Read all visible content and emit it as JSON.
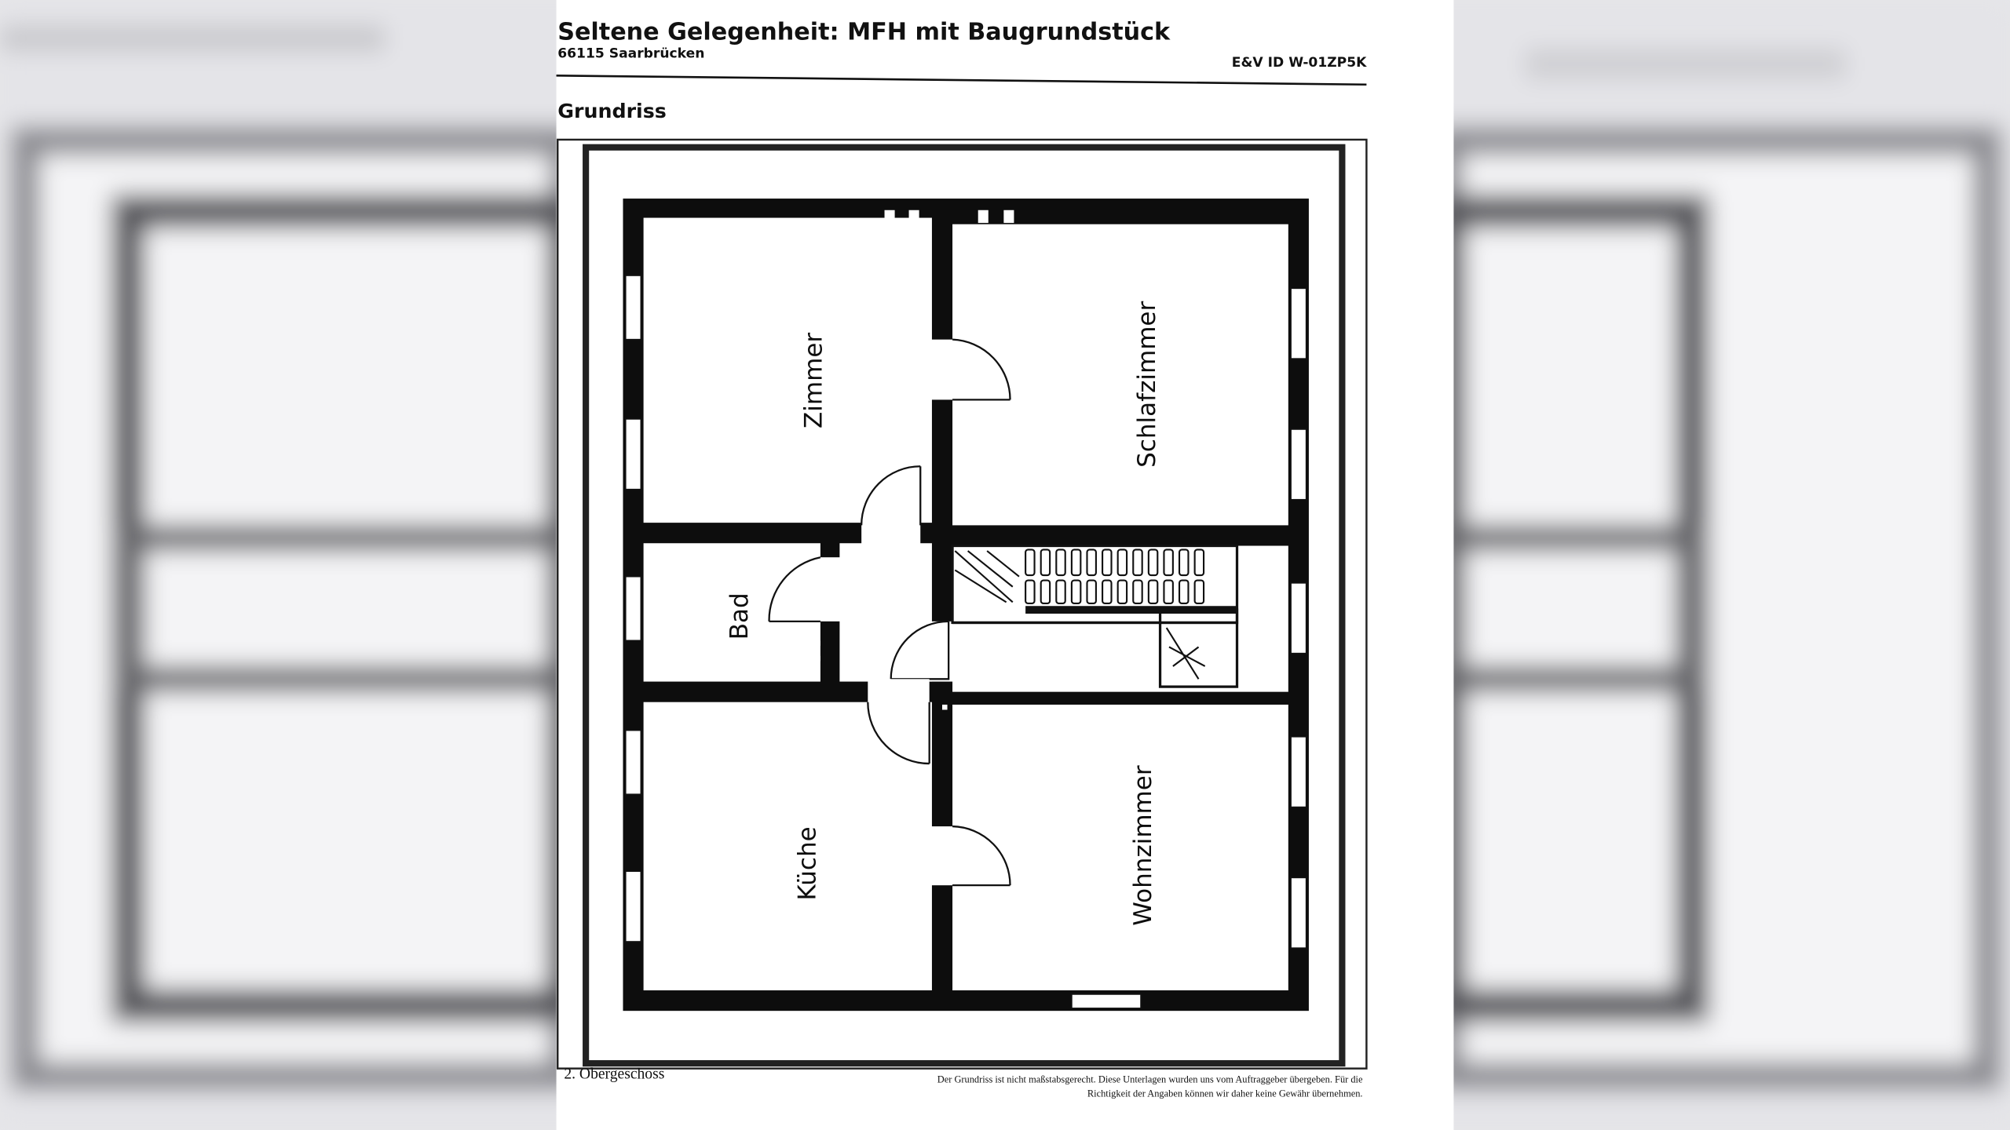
{
  "document": {
    "title": "Seltene Gelegenheit: MFH mit Baugrundstück",
    "location": "66115 Saarbrücken",
    "listing_id": "E&V ID W-01ZP5K",
    "section_heading": "Grundriss"
  },
  "floorplan": {
    "floor_label": "2. Obergeschoss",
    "rooms": {
      "zimmer": "Zimmer",
      "schlafzimmer": "Schlafzimmer",
      "bad": "Bad",
      "kueche": "Küche",
      "wohnzimmer": "Wohnzimmer"
    },
    "disclaimer_line1": "Der Grundriss ist nicht maßstabsgerecht. Diese Unterlagen wurden uns vom Auftraggeber übergeben. Für die",
    "disclaimer_line2": "Richtigkeit der Angaben können wir daher keine Gewähr übernehmen."
  }
}
